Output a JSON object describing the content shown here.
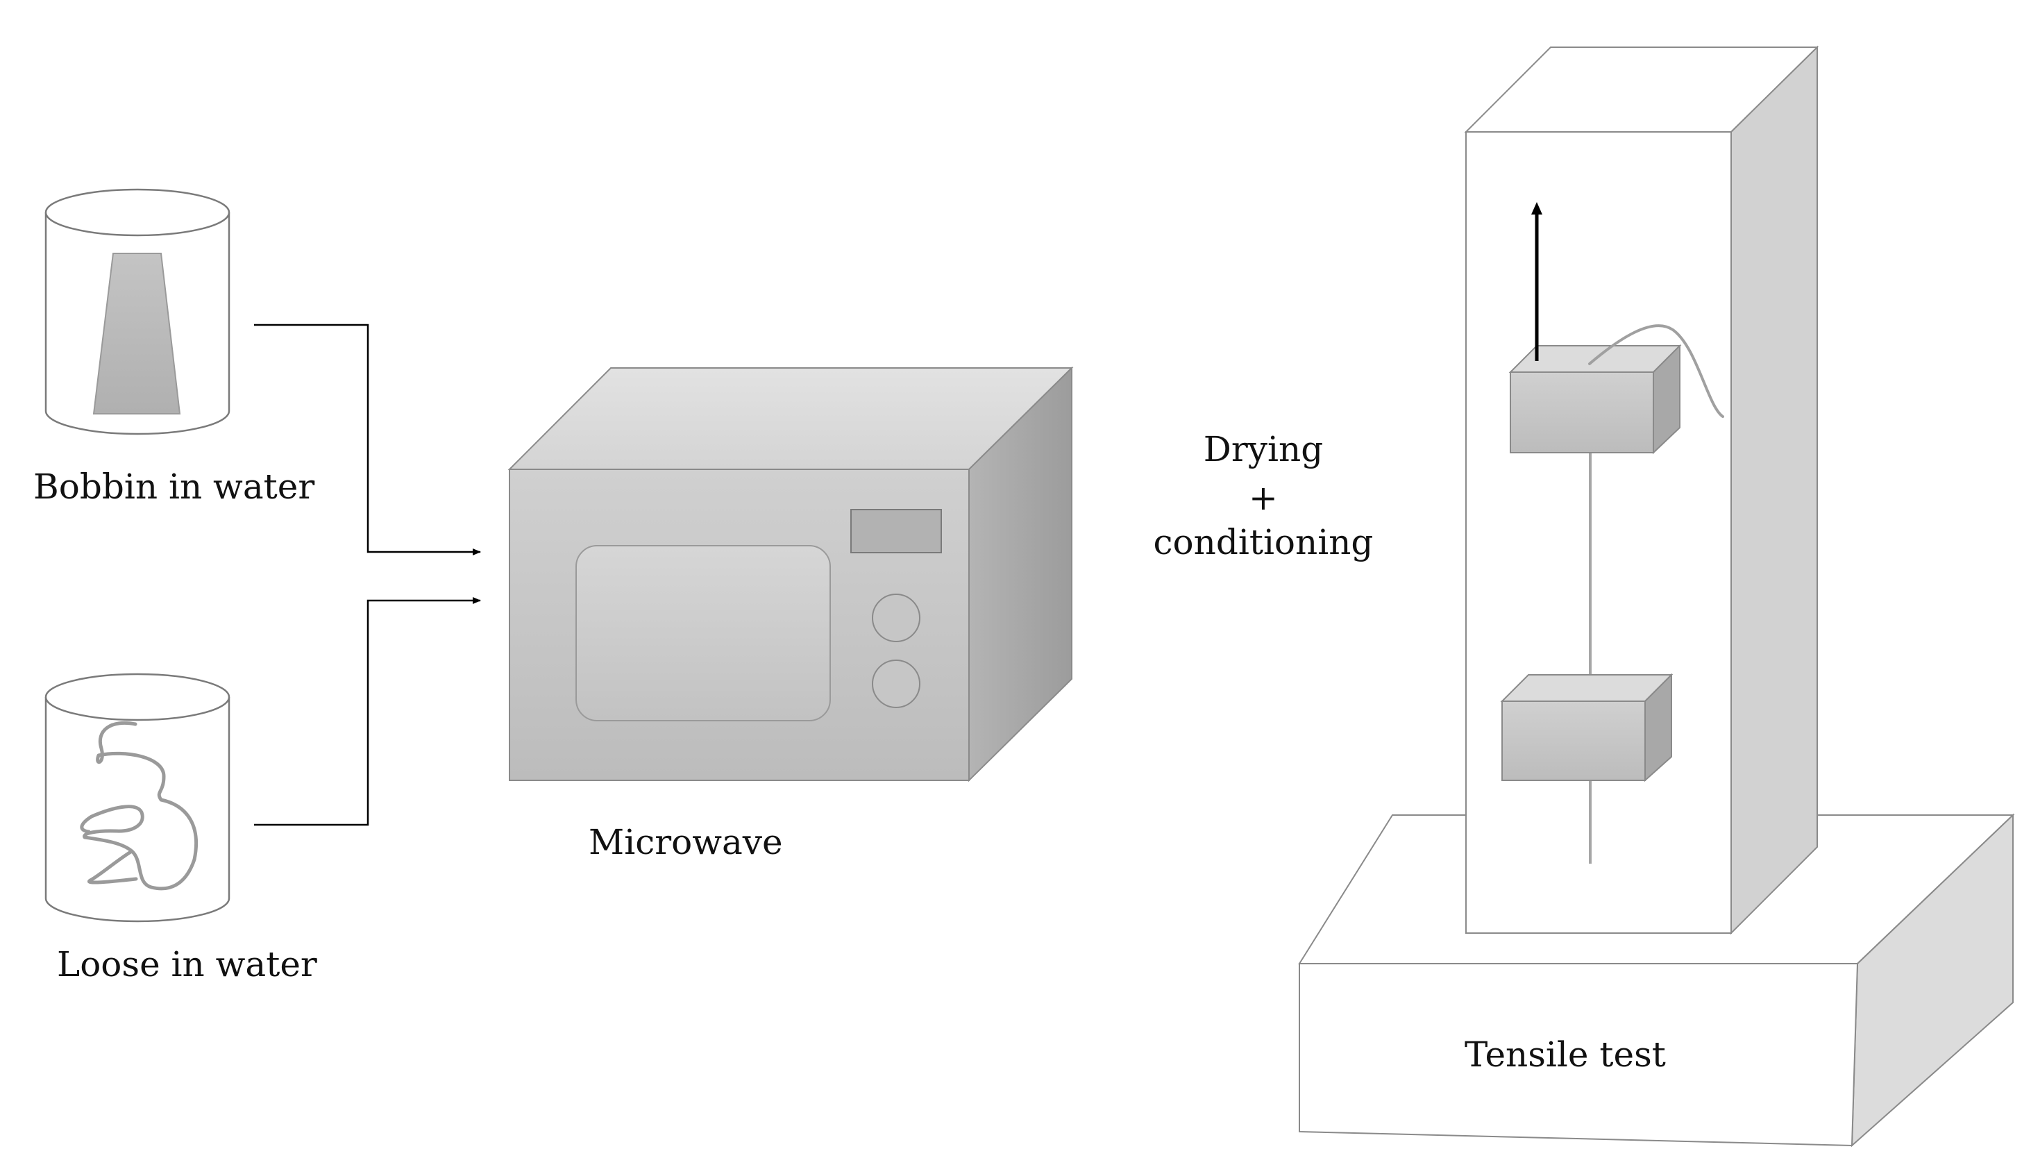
{
  "labels": {
    "bobbin": "Bobbin in water",
    "loose": "Loose in water",
    "microwave": "Microwave",
    "drying_line1": "Drying",
    "drying_plus": "+",
    "drying_line2": "conditioning",
    "tensile": "Tensile test"
  },
  "colors": {
    "stroke": "#6e6e6e",
    "arrow": "#000000",
    "face_light": "#c8c8c8",
    "face_top": "#dcdcdc",
    "face_side": "#a8a8a8",
    "fiber": "#9a9a9a"
  }
}
